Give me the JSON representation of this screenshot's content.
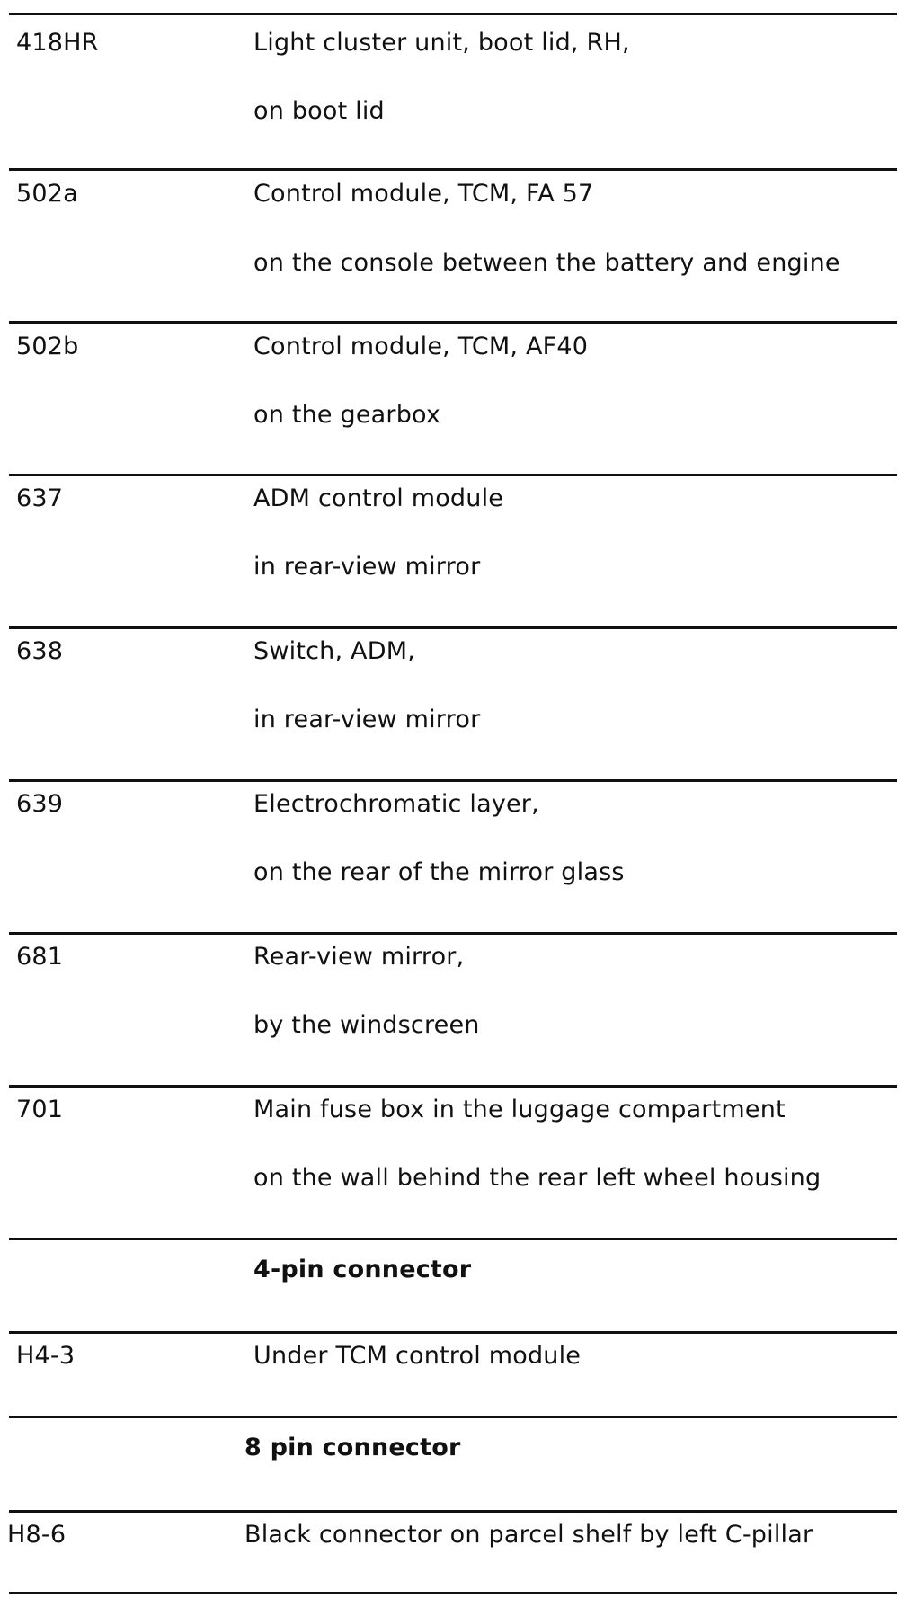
{
  "rows": [
    {
      "code": "418HR",
      "lines": [
        "Light cluster unit, boot lid, RH,",
        "on boot lid"
      ]
    },
    {
      "code": "502a",
      "lines": [
        "Control module, TCM, FA 57",
        "on the console between the battery and engine"
      ]
    },
    {
      "code": "502b",
      "lines": [
        "Control module, TCM, AF40",
        "on the gearbox"
      ]
    },
    {
      "code": "637",
      "lines": [
        "ADM control module",
        "in rear-view mirror"
      ]
    },
    {
      "code": "638",
      "lines": [
        "Switch, ADM,",
        "in rear-view mirror"
      ]
    },
    {
      "code": "639",
      "lines": [
        "Electrochromatic layer,",
        "on the rear of the mirror glass"
      ]
    },
    {
      "code": "681",
      "lines": [
        "Rear-view mirror,",
        "by the windscreen"
      ]
    },
    {
      "code": "701",
      "lines": [
        "Main fuse box in the luggage compartment",
        "on the wall behind the rear left wheel housing"
      ]
    }
  ],
  "section_4pin": {
    "heading": "4-pin connector"
  },
  "row_h4": {
    "code": "H4-3",
    "description": "Under TCM control module"
  },
  "section_8pin": {
    "heading": "8 pin connector"
  },
  "row_h8": {
    "code": "H8-6",
    "description": "Black connector on parcel shelf by left C-pillar"
  }
}
